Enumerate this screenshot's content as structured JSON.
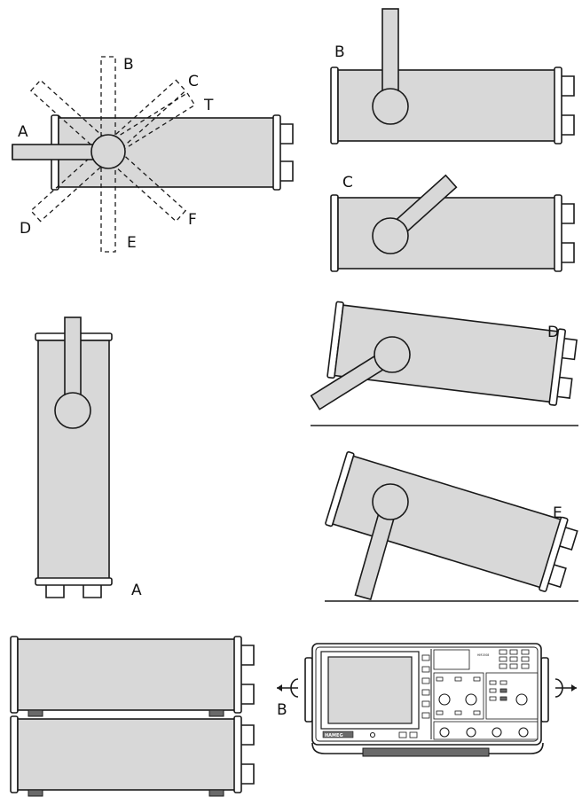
{
  "labels": {
    "fig1_a": "A",
    "fig1_b": "B",
    "fig1_c": "C",
    "fig1_t": "T",
    "fig1_d": "D",
    "fig1_e": "E",
    "fig1_f": "F",
    "fig2_b": "B",
    "fig3_c": "C",
    "fig4_a": "A",
    "fig5_d": "D",
    "fig6_e": "E",
    "fig8_b": "B"
  },
  "oscilloscope": {
    "brand": "HAMEG",
    "model": "HM1508"
  }
}
